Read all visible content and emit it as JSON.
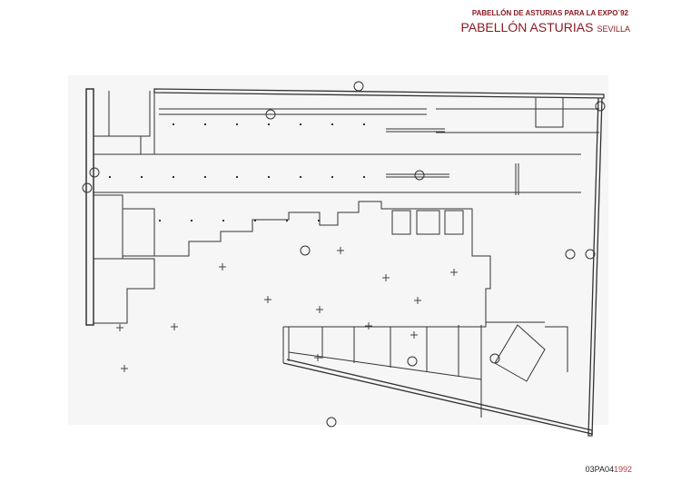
{
  "header": {
    "subtitle": "PABELLÓN DE ASTURIAS PARA LA EXPO´92",
    "title": "PABELLÓN ASTURIAS",
    "city": "SEVILLA"
  },
  "footer": {
    "code_prefix": "03PA04",
    "year": "1992"
  },
  "colors": {
    "brand": "#8a1a22",
    "year": "#c0393f",
    "line": "#333333"
  }
}
